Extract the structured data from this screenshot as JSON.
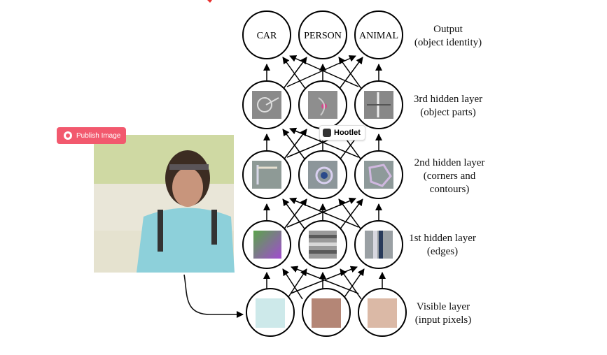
{
  "nodes": {
    "output": [
      "CAR",
      "PERSON",
      "ANIMAL"
    ]
  },
  "labels": {
    "output_line1": "Output",
    "output_line2": "(object identity)",
    "hidden3_line1": "3rd hidden layer",
    "hidden3_line2": "(object parts)",
    "hidden2_line1": "2nd hidden layer",
    "hidden2_line2": "(corners and",
    "hidden2_line3": "contours)",
    "hidden1_line1": "1st hidden layer",
    "hidden1_line2": "(edges)",
    "visible_line1": "Visible layer",
    "visible_line2": "(input pixels)"
  },
  "overlays": {
    "publish_label": "Publish Image",
    "hootlet_label": "Hootlet"
  },
  "colors": {
    "pixel1": "#cde9ea",
    "pixel2": "#b48676",
    "pixel3": "#dbb9a6",
    "publish": "#f2596e"
  },
  "icons": [
    "publish-icon",
    "hootlet-owl-icon"
  ]
}
